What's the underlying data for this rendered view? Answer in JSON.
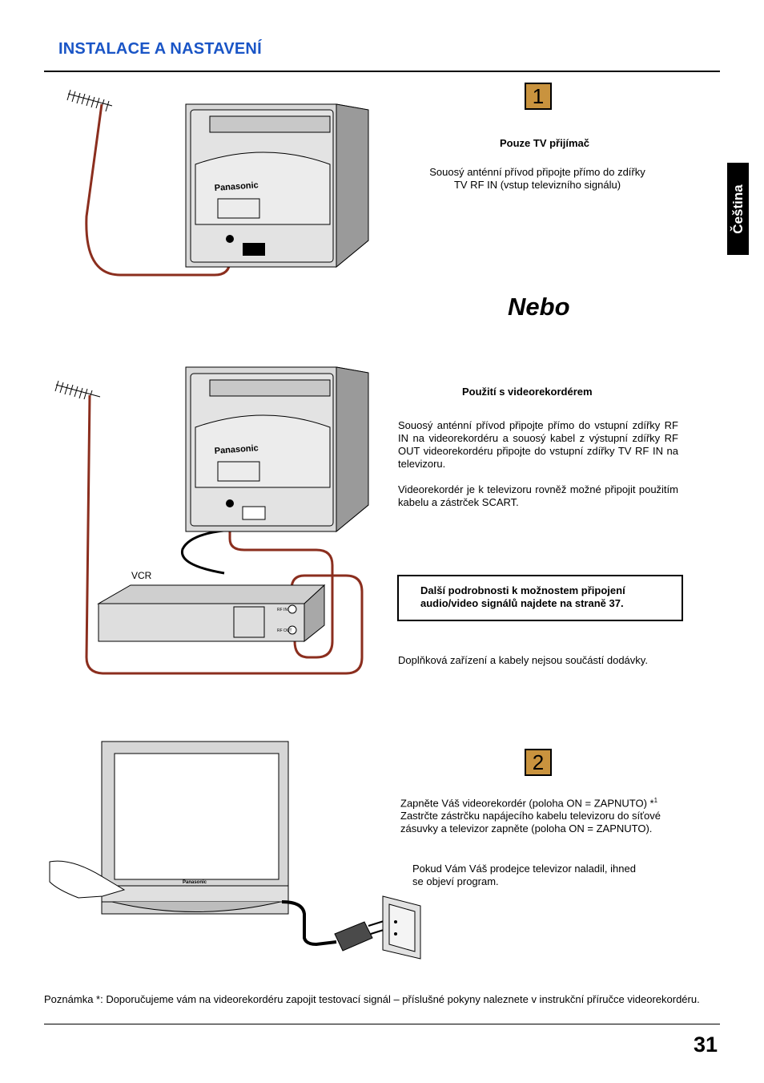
{
  "header": {
    "title": "INSTALACE A NASTAVENÍ"
  },
  "language_tab": "Čeština",
  "step1": {
    "number": "1",
    "title": "Pouze TV přijímač",
    "text_line1": "Souosý anténní přívod připojte přímo do zdířky",
    "text_line2": "TV RF IN (vstup televizního signálu)"
  },
  "separator_word": "Nebo",
  "vcr_section": {
    "title": "Použití s videorekordérem",
    "paragraph1": "Souosý anténní přívod připojte přímo do vstupní zdířky RF IN na videorekordéru a souosý kabel z výstupní zdířky RF OUT videorekordéru připojte do vstupní zdířky TV RF IN na televizoru.",
    "paragraph2": "Videorekordér je k televizoru rovněž možné připojit použitím kabelu a zástrček SCART.",
    "note_box": "Další podrobnosti k možnostem připojení audio/video signálů najdete na straně 37.",
    "accessories": "Doplňková zařízení a kabely nejsou součástí dodávky."
  },
  "illustration_labels": {
    "brand": "Panasonic",
    "vcr_label": "VCR",
    "rf_in": "RF IN",
    "rf_out": "RF OUT"
  },
  "step2": {
    "number": "2",
    "line1": "Zapněte Váš videorekordér (poloha ON = ZAPNUTO) *",
    "superscript": "1",
    "line2": "Zastrčte zástrčku napájecího kabelu televizoru do síťové",
    "line3": "zásuvky a televizor zapněte (poloha ON = ZAPNUTO).",
    "tuned_line1": "Pokud Vám Váš prodejce televizor naladil, ihned",
    "tuned_line2": "se objeví program."
  },
  "footnote": "Poznámka *: Doporučujeme vám na videorekordéru zapojit testovací signál – příslušné pokyny naleznete v instrukční příručce videorekordéru.",
  "page_number": "31",
  "colors": {
    "heading": "#1a55c6",
    "step_box": "#c9933e",
    "cable": "#8b2e1e"
  }
}
